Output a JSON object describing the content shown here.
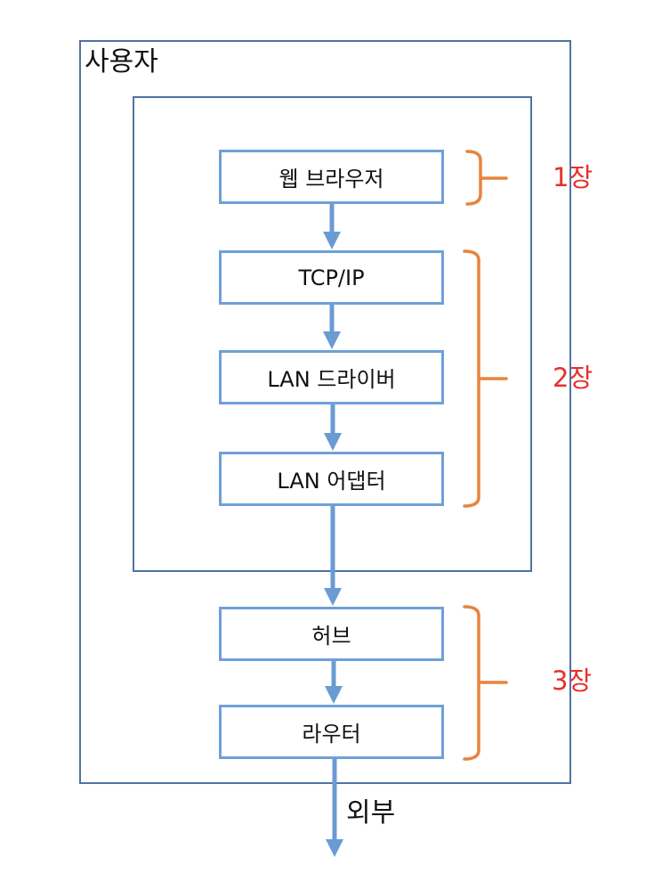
{
  "diagram": {
    "outer_label": "사용자",
    "nodes": [
      {
        "id": "web-browser",
        "label": "웹 브라우저"
      },
      {
        "id": "tcp-ip",
        "label": "TCP/IP"
      },
      {
        "id": "lan-driver",
        "label": "LAN 드라이버"
      },
      {
        "id": "lan-adapter",
        "label": "LAN 어댑터"
      },
      {
        "id": "hub",
        "label": "허브"
      },
      {
        "id": "router",
        "label": "라우터"
      }
    ],
    "chapters": [
      {
        "label": "1장",
        "covers": [
          "web-browser"
        ]
      },
      {
        "label": "2장",
        "covers": [
          "tcp-ip",
          "lan-driver",
          "lan-adapter"
        ]
      },
      {
        "label": "3장",
        "covers": [
          "hub",
          "router"
        ]
      }
    ],
    "outside_label": "외부",
    "colors": {
      "frame": "#4f73a3",
      "node_border": "#6fa0d8",
      "arrow": "#6a9bd4",
      "bracket": "#e8843c",
      "chapter_text": "#e8302a"
    }
  }
}
